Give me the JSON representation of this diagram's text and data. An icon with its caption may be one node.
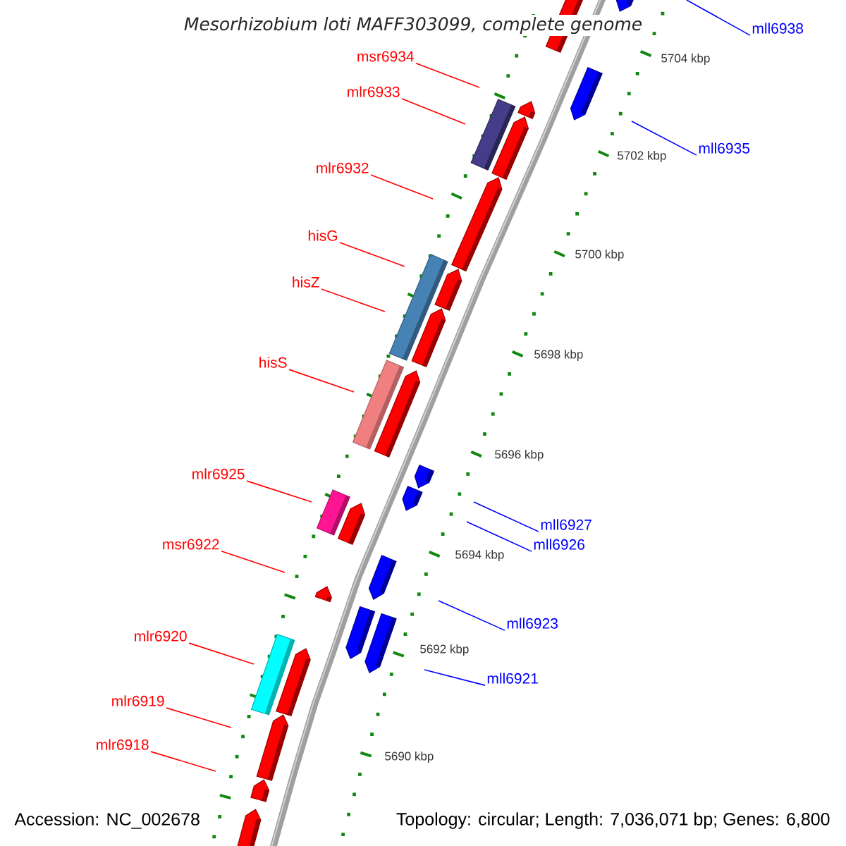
{
  "diagram": {
    "title": "Mesorhizobium loti MAFF303099, complete genome",
    "nodes": [
      {
        "text": [
          "mll6938"
        ]
      },
      {
        "text": [
          "msr6934"
        ]
      },
      {
        "text": [
          "mlr6933"
        ]
      },
      {
        "text": [
          "mll6935"
        ]
      },
      {
        "text": [
          "mlr6932"
        ]
      },
      {
        "text": [
          "hisG"
        ]
      },
      {
        "text": [
          "hisZ"
        ]
      },
      {
        "text": [
          "hisS"
        ]
      },
      {
        "text": [
          "mlr6925"
        ]
      },
      {
        "text": [
          "mll6927"
        ]
      },
      {
        "text": [
          "msr6922"
        ]
      },
      {
        "text": [
          "mll6926"
        ]
      },
      {
        "text": [
          "mll6923"
        ]
      },
      {
        "text": [
          "mlr6920"
        ]
      },
      {
        "text": [
          "mll6921"
        ]
      },
      {
        "text": [
          "mlr6919"
        ]
      },
      {
        "text": [
          "mlr6918"
        ]
      }
    ],
    "edges": [
      {
        "from": 0,
        "to": null,
        "arrow": "none",
        "color": "#0000ff"
      },
      {
        "from": 1,
        "to": null,
        "arrow": "none"
      },
      {
        "from": 2,
        "to": null,
        "arrow": "none"
      },
      {
        "from": 3,
        "to": null,
        "arrow": "none",
        "color": "#0000ff"
      },
      {
        "from": 4,
        "to": null,
        "arrow": "none"
      },
      {
        "from": 5,
        "to": null,
        "arrow": "none"
      },
      {
        "from": 6,
        "to": null,
        "arrow": "none"
      },
      {
        "from": 7,
        "to": null,
        "arrow": "none"
      },
      {
        "from": 8,
        "to": null,
        "arrow": "none"
      },
      {
        "from": 9,
        "to": null,
        "arrow": "none",
        "color": "#0000ff"
      },
      {
        "from": 10,
        "to": null,
        "arrow": "none"
      },
      {
        "from": 11,
        "to": null,
        "arrow": "none",
        "color": "#0000ff"
      },
      {
        "from": 12,
        "to": null,
        "arrow": "none",
        "color": "#0000ff"
      },
      {
        "from": 13,
        "to": null,
        "arrow": "none"
      },
      {
        "from": 14,
        "to": null,
        "arrow": "none",
        "color": "#0000ff"
      },
      {
        "from": 15,
        "to": null,
        "arrow": "none"
      },
      {
        "from": 16,
        "to": null,
        "arrow": "none"
      }
    ],
    "labels": [
      "5704 kbp",
      "5702 kbp",
      "5700 kbp",
      "5698 kbp",
      "5696 kbp",
      "5694 kbp",
      "5692 kbp",
      "5690 kbp",
      "Accession: NC_002678",
      "Topology: circular; Length: 7,036,071 bp; Genes: 6,800"
    ]
  }
}
